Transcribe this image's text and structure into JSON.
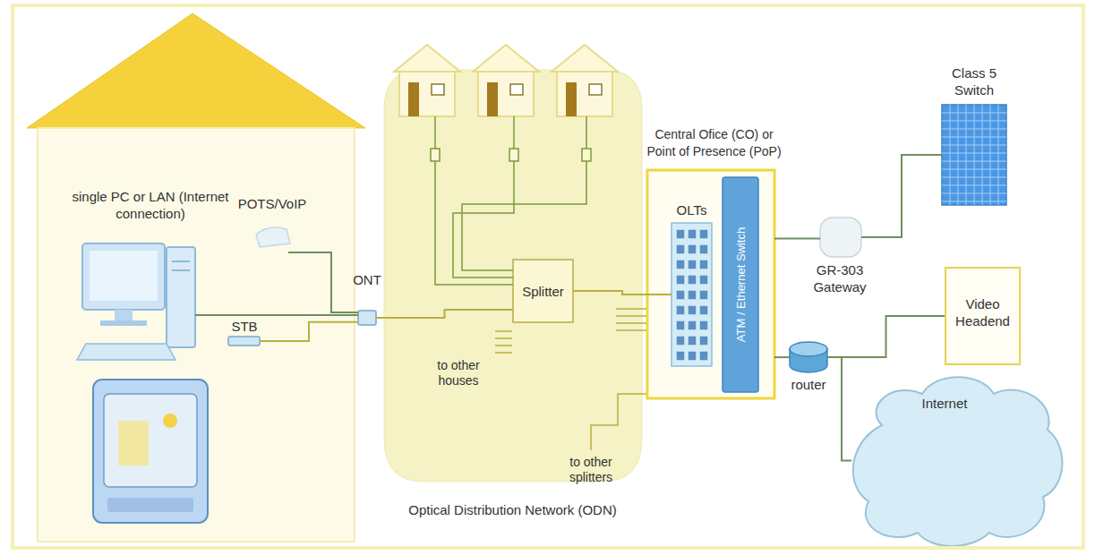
{
  "diagram": {
    "nodes": [
      {
        "text": [
          "single PC or LAN (Internet connection)",
          "POTS/VoIP"
        ]
      },
      {
        "text": [
          "ONT"
        ],
        "in": 0
      },
      {
        "text": [
          "STB"
        ],
        "in": 0
      },
      {
        "text": [
          "Optical Distribution Network (ODN)"
        ]
      },
      {
        "text": [
          "Splitter"
        ],
        "in": 3
      },
      {
        "text": [
          "Central Ofice (CO) or Point of Presence (PoP)"
        ]
      },
      {
        "text": [
          "OLTs"
        ],
        "in": 5
      },
      {
        "text": [
          "ATM / Ethernet Switch"
        ],
        "in": 5
      },
      {
        "text": [
          "Class 5 Switch"
        ]
      },
      {
        "text": [
          "GR-303 Gateway"
        ]
      },
      {
        "text": [
          "Video Headend"
        ]
      },
      {
        "text": [
          "router"
        ]
      },
      {
        "text": [
          "Internet"
        ]
      }
    ],
    "edges": [
      {
        "from": 2,
        "to": 1,
        "arrow": "none"
      },
      {
        "from": 1,
        "to": 4,
        "arrow": "none"
      },
      {
        "from": 4,
        "to": 6,
        "arrow": "none"
      },
      {
        "from": 5,
        "to": 9,
        "arrow": "none"
      },
      {
        "from": 9,
        "to": 8,
        "arrow": "none"
      },
      {
        "from": 5,
        "to": 11,
        "arrow": "none"
      },
      {
        "from": 11,
        "to": 10,
        "arrow": "none"
      },
      {
        "from": 11,
        "to": 12,
        "arrow": "none"
      }
    ],
    "labels": [
      "to other houses",
      "to other splitters"
    ]
  }
}
